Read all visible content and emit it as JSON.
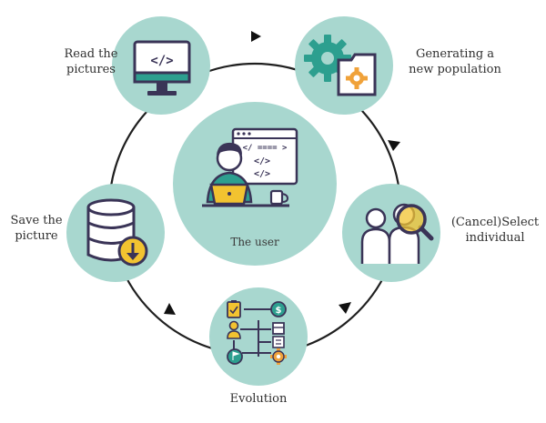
{
  "center": {
    "label": "The user"
  },
  "steps": [
    {
      "id": "read",
      "lines": [
        "Read the",
        "pictures"
      ],
      "icon": "monitor-code-icon"
    },
    {
      "id": "generate",
      "lines": [
        "Generating a",
        "new population"
      ],
      "icon": "gear-folder-icon"
    },
    {
      "id": "select",
      "lines": [
        "(Cancel)Select",
        "individual"
      ],
      "icon": "users-magnifier-icon"
    },
    {
      "id": "evolution",
      "lines": [
        "Evolution"
      ],
      "icon": "org-chart-icon"
    },
    {
      "id": "save",
      "lines": [
        "Save the",
        "picture"
      ],
      "icon": "database-download-icon"
    }
  ],
  "colors": {
    "circle_fill": "#a8d7cf",
    "dark_navy": "#3a3457",
    "accent_yellow": "#f2c330",
    "gear_green": "#2d9f8f",
    "orange": "#f0a23a",
    "ring_line": "#1f1f1f"
  }
}
